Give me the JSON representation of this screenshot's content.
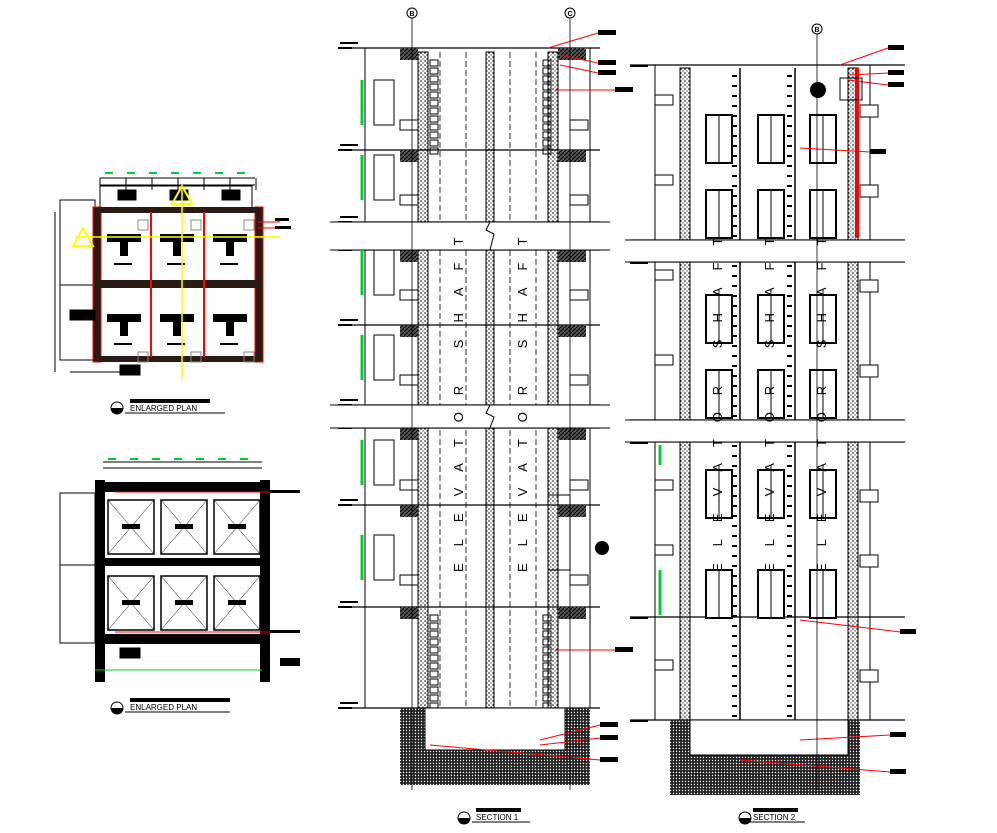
{
  "drawing": {
    "plan_top": {
      "title": "ENLARGED PLAN"
    },
    "plan_bottom": {
      "title": "ENLARGED PLAN"
    },
    "section_1": {
      "title": "SECTION 1",
      "grid_left": "B",
      "grid_right": "C",
      "shaft_text": "ELEVATOR SHAFT"
    },
    "section_2": {
      "title": "SECTION 2",
      "grid": "B",
      "shaft_text": "ELEVATOR SHAFT"
    }
  },
  "colors": {
    "wall": "#2a1a14",
    "annotation": "#ff0000",
    "dimension": "#00cc33",
    "axis": "#ffff00",
    "outline": "#000000"
  }
}
